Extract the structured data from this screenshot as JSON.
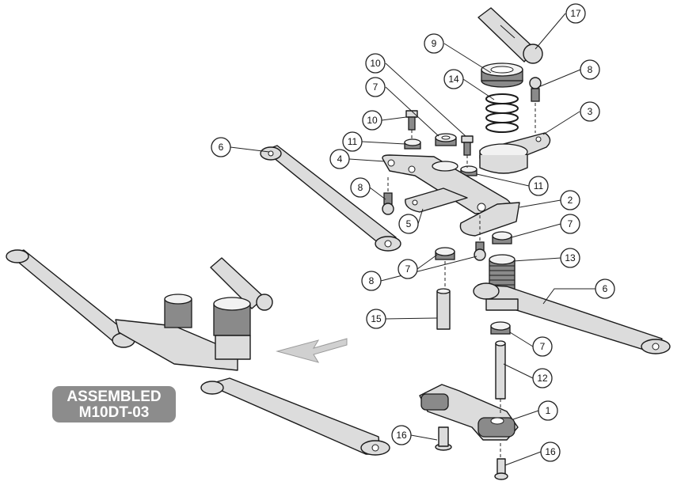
{
  "badge": {
    "line1": "ASSEMBLED",
    "line2": "M10DT-03"
  },
  "callouts": [
    {
      "key": "c17",
      "label": "17"
    },
    {
      "key": "c9",
      "label": "9"
    },
    {
      "key": "c10a",
      "label": "10"
    },
    {
      "key": "c8a",
      "label": "8"
    },
    {
      "key": "c14",
      "label": "14"
    },
    {
      "key": "c7a",
      "label": "7"
    },
    {
      "key": "c3",
      "label": "3"
    },
    {
      "key": "c10b",
      "label": "10"
    },
    {
      "key": "c6a",
      "label": "6"
    },
    {
      "key": "c11a",
      "label": "11"
    },
    {
      "key": "c4",
      "label": "4"
    },
    {
      "key": "c11b",
      "label": "11"
    },
    {
      "key": "c8b",
      "label": "8"
    },
    {
      "key": "c2",
      "label": "2"
    },
    {
      "key": "c5",
      "label": "5"
    },
    {
      "key": "c7b",
      "label": "7"
    },
    {
      "key": "c13",
      "label": "13"
    },
    {
      "key": "c7c",
      "label": "7"
    },
    {
      "key": "c8c",
      "label": "8"
    },
    {
      "key": "c6b",
      "label": "6"
    },
    {
      "key": "c15",
      "label": "15"
    },
    {
      "key": "c7d",
      "label": "7"
    },
    {
      "key": "c12",
      "label": "12"
    },
    {
      "key": "c1",
      "label": "1"
    },
    {
      "key": "c16a",
      "label": "16"
    },
    {
      "key": "c16b",
      "label": "16"
    }
  ]
}
